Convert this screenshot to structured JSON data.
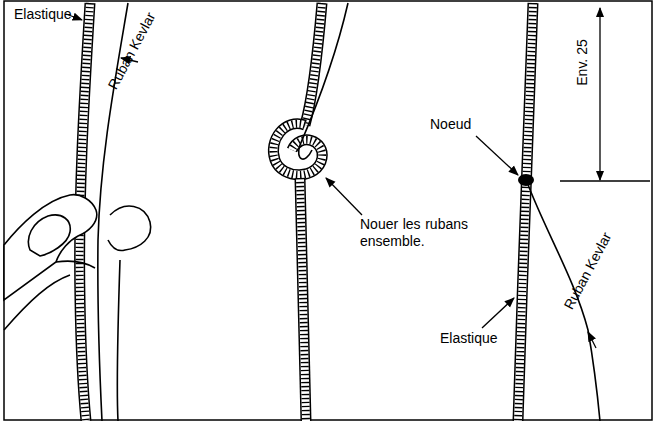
{
  "diagram": {
    "labels": [
      "Elastique",
      "Ruban Kevlar",
      "Nouer les rubans ensemble.",
      "Noeud",
      "Env. 25",
      "Elastique",
      "Ruban Kevlar"
    ]
  }
}
